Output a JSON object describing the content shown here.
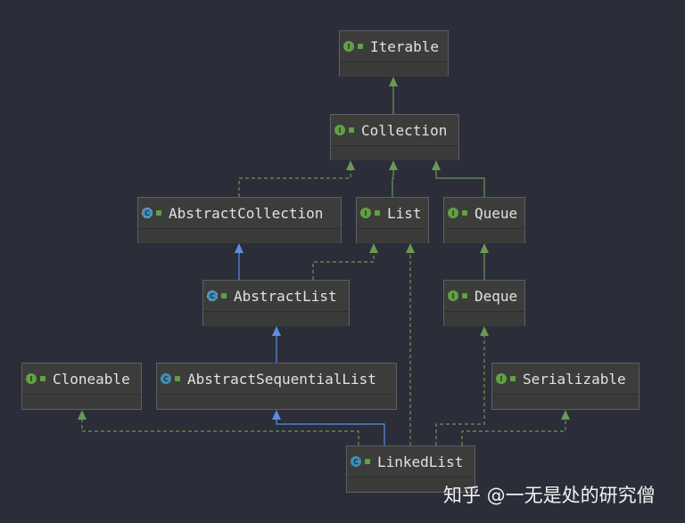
{
  "diagram": {
    "title": "LinkedList class hierarchy",
    "colors": {
      "background": "#2b2d38",
      "interface_edge": "#6a9955",
      "class_edge": "#5a8ee0",
      "node_fill": "#3c3d3a"
    },
    "nodes": [
      {
        "id": "iterable",
        "label": "Iterable",
        "kind": "interface"
      },
      {
        "id": "collection",
        "label": "Collection",
        "kind": "interface"
      },
      {
        "id": "abstractcollection",
        "label": "AbstractCollection",
        "kind": "abstract-class"
      },
      {
        "id": "list",
        "label": "List",
        "kind": "interface"
      },
      {
        "id": "queue",
        "label": "Queue",
        "kind": "interface"
      },
      {
        "id": "abstractlist",
        "label": "AbstractList",
        "kind": "abstract-class"
      },
      {
        "id": "deque",
        "label": "Deque",
        "kind": "interface"
      },
      {
        "id": "cloneable",
        "label": "Cloneable",
        "kind": "interface"
      },
      {
        "id": "abstractsequentiallist",
        "label": "AbstractSequentialList",
        "kind": "class"
      },
      {
        "id": "serializable",
        "label": "Serializable",
        "kind": "interface"
      },
      {
        "id": "linkedlist",
        "label": "LinkedList",
        "kind": "class"
      }
    ],
    "edges": [
      {
        "from": "collection",
        "to": "iterable",
        "type": "extends-interface"
      },
      {
        "from": "abstractcollection",
        "to": "collection",
        "type": "implements"
      },
      {
        "from": "list",
        "to": "collection",
        "type": "extends-interface"
      },
      {
        "from": "queue",
        "to": "collection",
        "type": "extends-interface"
      },
      {
        "from": "abstractlist",
        "to": "abstractcollection",
        "type": "extends-class"
      },
      {
        "from": "abstractlist",
        "to": "list",
        "type": "implements"
      },
      {
        "from": "deque",
        "to": "queue",
        "type": "extends-interface"
      },
      {
        "from": "abstractsequentiallist",
        "to": "abstractlist",
        "type": "extends-class"
      },
      {
        "from": "linkedlist",
        "to": "abstractsequentiallist",
        "type": "extends-class"
      },
      {
        "from": "linkedlist",
        "to": "cloneable",
        "type": "implements"
      },
      {
        "from": "linkedlist",
        "to": "list",
        "type": "implements"
      },
      {
        "from": "linkedlist",
        "to": "deque",
        "type": "implements"
      },
      {
        "from": "linkedlist",
        "to": "serializable",
        "type": "implements"
      }
    ]
  },
  "icons": {
    "interface": "I",
    "class": "C",
    "abstract": "C"
  },
  "watermark": "知乎 @一无是处的研究僧"
}
